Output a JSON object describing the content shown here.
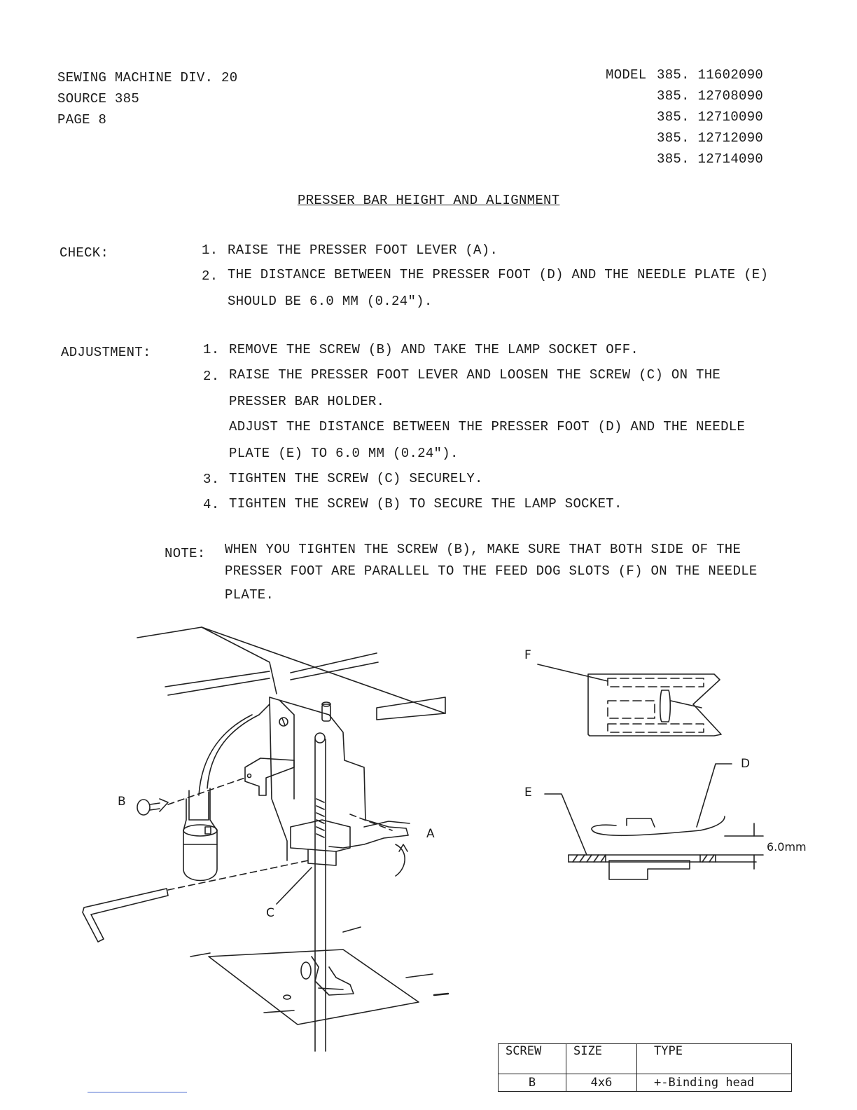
{
  "header": {
    "left": [
      "SEWING MACHINE  DIV. 20",
      "SOURCE 385",
      "PAGE 8"
    ],
    "model_label": "MODEL",
    "models": [
      "385. 11602090",
      "385. 12708090",
      "385. 12710090",
      "385. 12712090",
      "385. 12714090"
    ]
  },
  "title": "PRESSER BAR HEIGHT AND ALIGNMENT",
  "check": {
    "label": "CHECK:",
    "steps": [
      {
        "num": "1.",
        "lines": [
          "RAISE THE PRESSER FOOT LEVER (A)."
        ]
      },
      {
        "num": "2.",
        "lines": [
          "THE DISTANCE BETWEEN THE PRESSER FOOT (D) AND THE NEEDLE PLATE (E)",
          "SHOULD BE 6.0 MM (0.24\")."
        ]
      }
    ]
  },
  "adjustment": {
    "label": "ADJUSTMENT:",
    "steps": [
      {
        "num": "1.",
        "lines": [
          "REMOVE THE SCREW (B) AND TAKE THE LAMP SOCKET OFF."
        ]
      },
      {
        "num": "2.",
        "lines": [
          "RAISE THE PRESSER FOOT LEVER AND LOOSEN THE SCREW (C) ON THE",
          "PRESSER BAR HOLDER.",
          "ADJUST THE DISTANCE BETWEEN THE PRESSER FOOT (D) AND THE NEEDLE",
          "PLATE (E) TO 6.0 MM (0.24\")."
        ]
      },
      {
        "num": "3.",
        "lines": [
          "TIGHTEN THE SCREW (C) SECURELY."
        ]
      },
      {
        "num": "4.",
        "lines": [
          "TIGHTEN THE SCREW (B) TO SECURE THE LAMP SOCKET."
        ]
      }
    ]
  },
  "note": {
    "label": "NOTE:",
    "lines": [
      "WHEN YOU TIGHTEN THE SCREW (B), MAKE SURE THAT BOTH SIDE OF THE",
      "PRESSER FOOT ARE PARALLEL TO THE FEED DOG SLOTS (F) ON THE NEEDLE",
      "PLATE."
    ]
  },
  "figure_labels": {
    "a": "A",
    "b": "B",
    "c": "C",
    "d": "D",
    "e": "E",
    "f": "F",
    "dimension": "6.0mm"
  },
  "screw_table": {
    "headers": [
      "SCREW",
      "SIZE",
      "TYPE"
    ],
    "rows": [
      [
        "B",
        "4x6",
        "+-Binding head"
      ]
    ]
  }
}
